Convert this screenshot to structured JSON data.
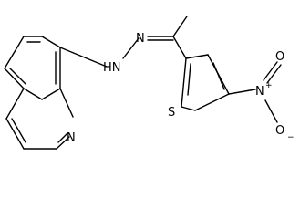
{
  "molecule": {
    "atoms": {
      "hydrazine_nh": "HN",
      "hydrazine_n": "N",
      "quinoline_n": "N",
      "thiophene_s": "S",
      "nitro_n": "N",
      "nitro_n_charge": "+",
      "nitro_o_top": "O",
      "nitro_o_bottom": "O",
      "nitro_o_bottom_charge": "−"
    },
    "colors": {
      "bond": "#000000",
      "label": "#000000",
      "background": "#ffffff"
    }
  }
}
